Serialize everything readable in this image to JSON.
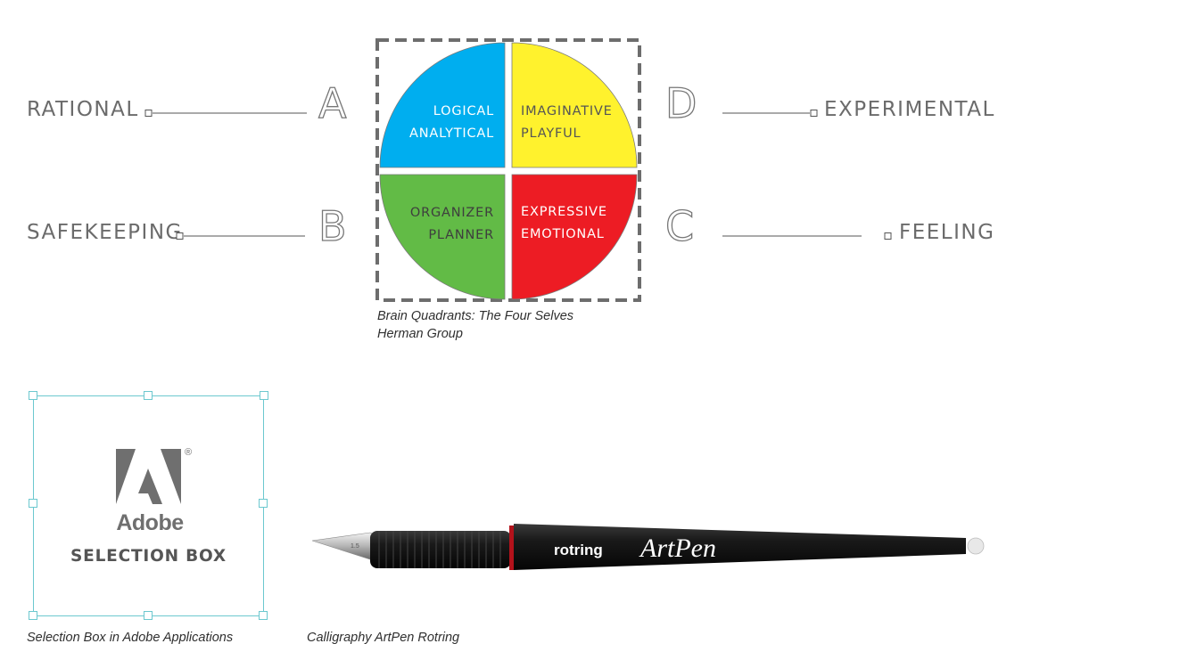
{
  "quadrant_diagram": {
    "left_labels": {
      "top": "RATIONAL",
      "bottom": "SAFEKEEPING"
    },
    "right_labels": {
      "top": "EXPERIMENTAL",
      "bottom": "FEELING"
    },
    "letters": {
      "top_left": "A",
      "bottom_left": "B",
      "bottom_right": "C",
      "top_right": "D"
    },
    "quadrants": {
      "top_left": {
        "line1": "LOGICAL",
        "line2": "ANALYTICAL",
        "color": "#00aeef"
      },
      "top_right": {
        "line1": "IMAGINATIVE",
        "line2": "PLAYFUL",
        "color": "#fff22d"
      },
      "bottom_left": {
        "line1": "ORGANIZER",
        "line2": "PLANNER",
        "color": "#62bb46"
      },
      "bottom_right": {
        "line1": "EXPRESSIVE",
        "line2": "EMOTIONAL",
        "color": "#ed1c24"
      }
    },
    "caption_line1": "Brain Quadrants: The Four Selves",
    "caption_line2": "Herman Group"
  },
  "selection_box": {
    "logo_wordmark": "Adobe",
    "registered_mark": "®",
    "title": "SELECTION BOX",
    "caption": "Selection Box in Adobe Applications",
    "accent_color": "#6cc8cf"
  },
  "pen": {
    "brand": "rotring",
    "model": "ArtPen",
    "nib_size": "1.5",
    "caption": "Calligraphy ArtPen Rotring"
  }
}
